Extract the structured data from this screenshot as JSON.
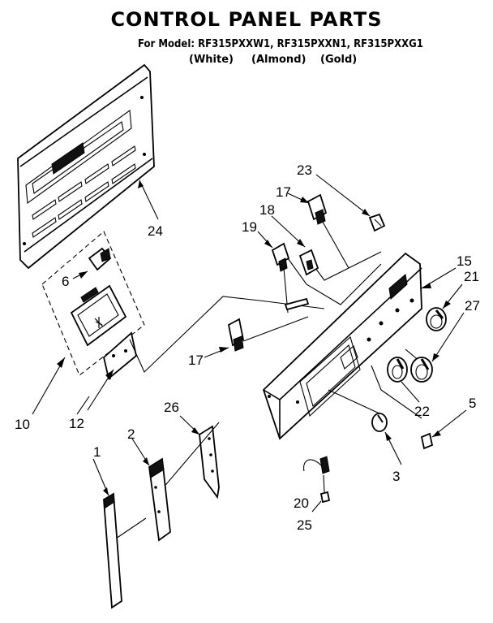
{
  "title": "CONTROL PANEL PARTS",
  "model_line": "For Model: RF315PXXW1, RF315PXXN1, RF315PXXG1",
  "colors": [
    "(White)",
    "(Almond)",
    "(Gold)"
  ],
  "callouts": {
    "c1": "1",
    "c2": "2",
    "c3": "3",
    "c5": "5",
    "c6": "6",
    "c10": "10",
    "c12": "12",
    "c15": "15",
    "c17a": "17",
    "c17b": "17",
    "c18": "18",
    "c19": "19",
    "c20": "20",
    "c21": "21",
    "c22": "22",
    "c23": "23",
    "c24": "24",
    "c25": "25",
    "c26": "26",
    "c27": "27"
  }
}
